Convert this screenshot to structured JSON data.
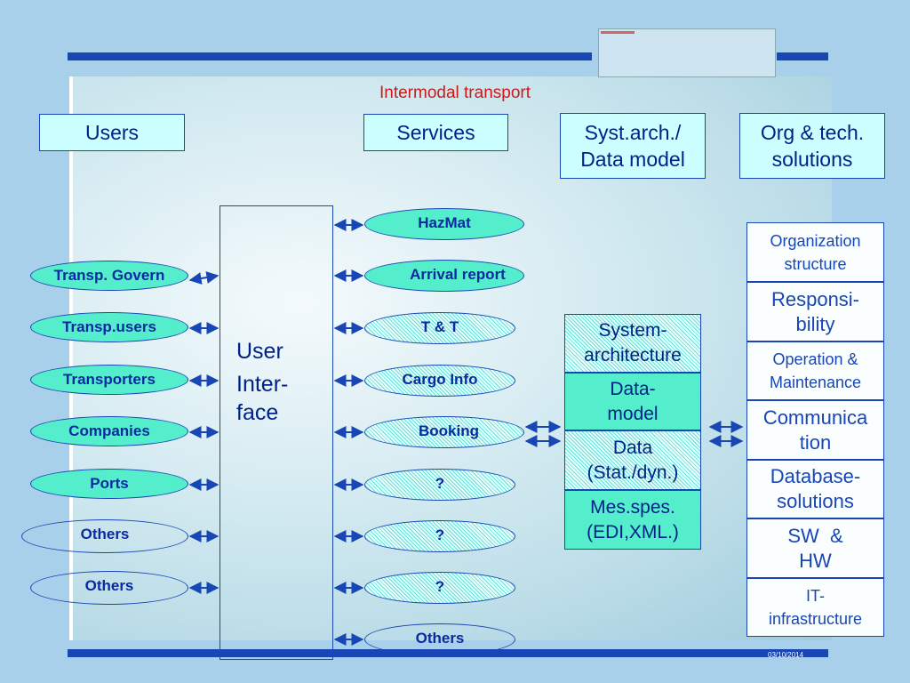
{
  "title": "Intermodal transport",
  "headers": {
    "users": "Users",
    "services": "Services",
    "sysarch_line1": "Syst.arch./",
    "sysarch_line2": "Data model",
    "org_line1": "Org & tech.",
    "org_line2": "solutions"
  },
  "users": [
    "Transp. Govern",
    "Transp.users",
    "Transporters",
    "Companies",
    "Ports",
    "Others",
    "Others"
  ],
  "user_interface": {
    "line1": "User",
    "line2": "Inter-",
    "line3": "face"
  },
  "services": [
    "HazMat",
    "Arrival report",
    "T & T",
    "Cargo Info",
    "Booking",
    "?",
    "?",
    "?",
    "Others"
  ],
  "system": {
    "s1a": "System-",
    "s1b": "architecture",
    "s2a": "Data-",
    "s2b": "model",
    "s3a": "Data",
    "s3b": "(Stat./dyn.)",
    "s4a": "Mes.spes.",
    "s4b": "(EDI,XML.)"
  },
  "solutions": {
    "o1a": "Organization",
    "o1b": "structure",
    "o2a": "Responsi-",
    "o2b": "bility",
    "o3a": "Operation &",
    "o3b": "Maintenance",
    "o4a": "Communica",
    "o4b": "tion",
    "o5a": "Database-",
    "o5b": "solutions",
    "o6a": "SW  &",
    "o6b": "HW",
    "o7a": "IT-",
    "o7b": "infrastructure"
  },
  "footer_date": "03/10/2014",
  "colors": {
    "bar": "#1846b4",
    "title": "#cc1a1a",
    "header_fill": "#ccffff",
    "ellipse_fill": "#55eecc"
  }
}
